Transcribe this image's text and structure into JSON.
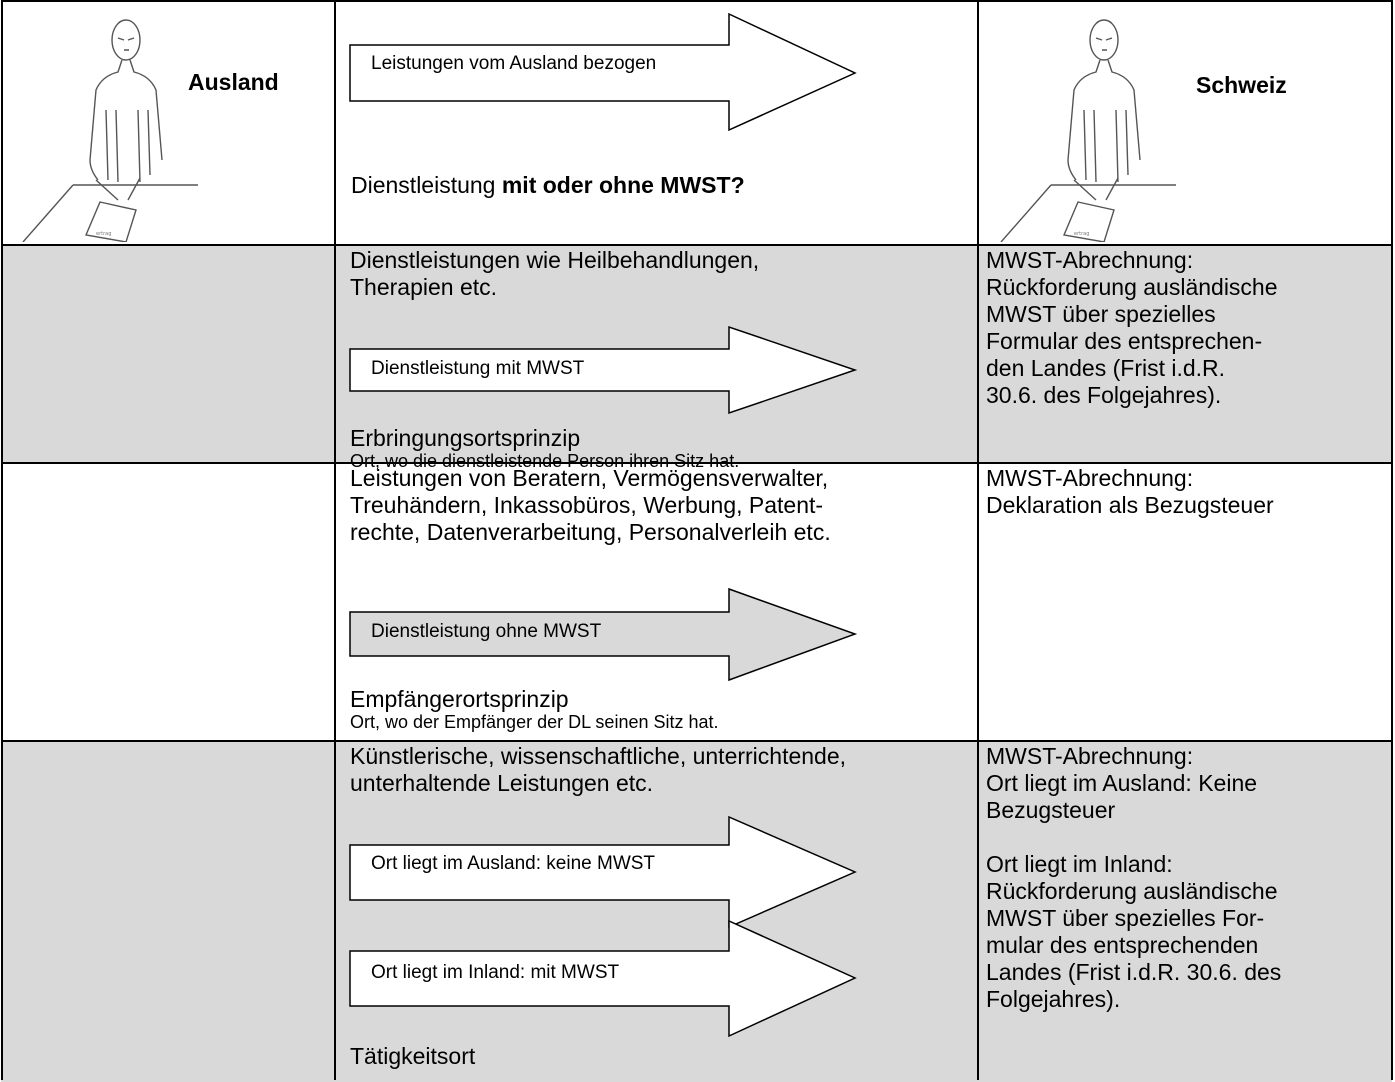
{
  "header": {
    "left_title": "Ausland",
    "right_title": "Schweiz",
    "arrow_label": "Leistungen vom Ausland bezogen",
    "question_plain": "Dienstleistung ",
    "question_bold": "mit oder ohne MWST?"
  },
  "rows": [
    {
      "lines": [
        "Dienstleistungen wie Heilbehandlungen,",
        "Therapien etc."
      ],
      "arrow": "Dienstleistung mit MWST",
      "principle": "Erbringungsortsprinzip",
      "note": "Ort, wo die dienstleistende Person ihren Sitz hat.",
      "right": [
        "MWST-Abrechnung:",
        "Rückforderung ausländische",
        "MWST über spezielles",
        "Formular des entsprechen-",
        "den Landes (Frist i.d.R.",
        "30.6. des Folgejahres)."
      ]
    },
    {
      "lines": [
        "Leistungen von Beratern, Vermögensverwalter,",
        "Treuhändern, Inkassobüros, Werbung, Patent-",
        "rechte, Datenverarbeitung, Personalverleih etc."
      ],
      "arrow": "Dienstleistung ohne MWST",
      "principle": "Empfängerortsprinzip",
      "note": "Ort, wo der Empfänger der DL seinen Sitz hat.",
      "right": [
        "MWST-Abrechnung:",
        "Deklaration als Bezugsteuer"
      ]
    },
    {
      "lines": [
        "Künstlerische, wissenschaftliche, unterrichtende,",
        "unterhaltende Leistungen etc."
      ],
      "arrow1": "Ort liegt im Ausland: keine MWST",
      "arrow2": "Ort liegt im Inland: mit MWST",
      "principle": "Tätigkeitsort",
      "right": [
        "MWST-Abrechnung:",
        "Ort liegt im Ausland: Keine",
        "Bezugsteuer",
        "",
        "Ort liegt im Inland:",
        "Rückforderung ausländische",
        "MWST über spezielles For-",
        "mular des entsprechenden",
        "Landes (Frist i.d.R. 30.6. des",
        "Folgejahres)."
      ]
    }
  ],
  "colors": {
    "shade": "#d9d9d9",
    "line": "#000000"
  }
}
